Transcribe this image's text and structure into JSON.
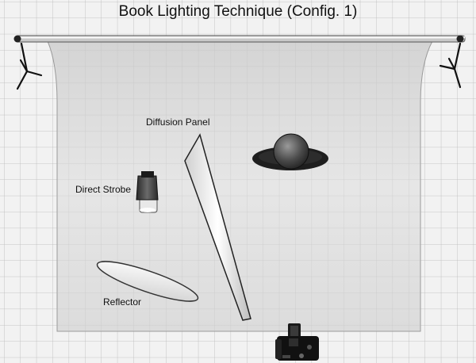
{
  "diagram": {
    "title": "Book Lighting Technique (Config. 1)",
    "labels": {
      "diffusion_panel": "Diffusion Panel",
      "direct_strobe": "Direct Strobe",
      "reflector": "Reflector"
    }
  }
}
